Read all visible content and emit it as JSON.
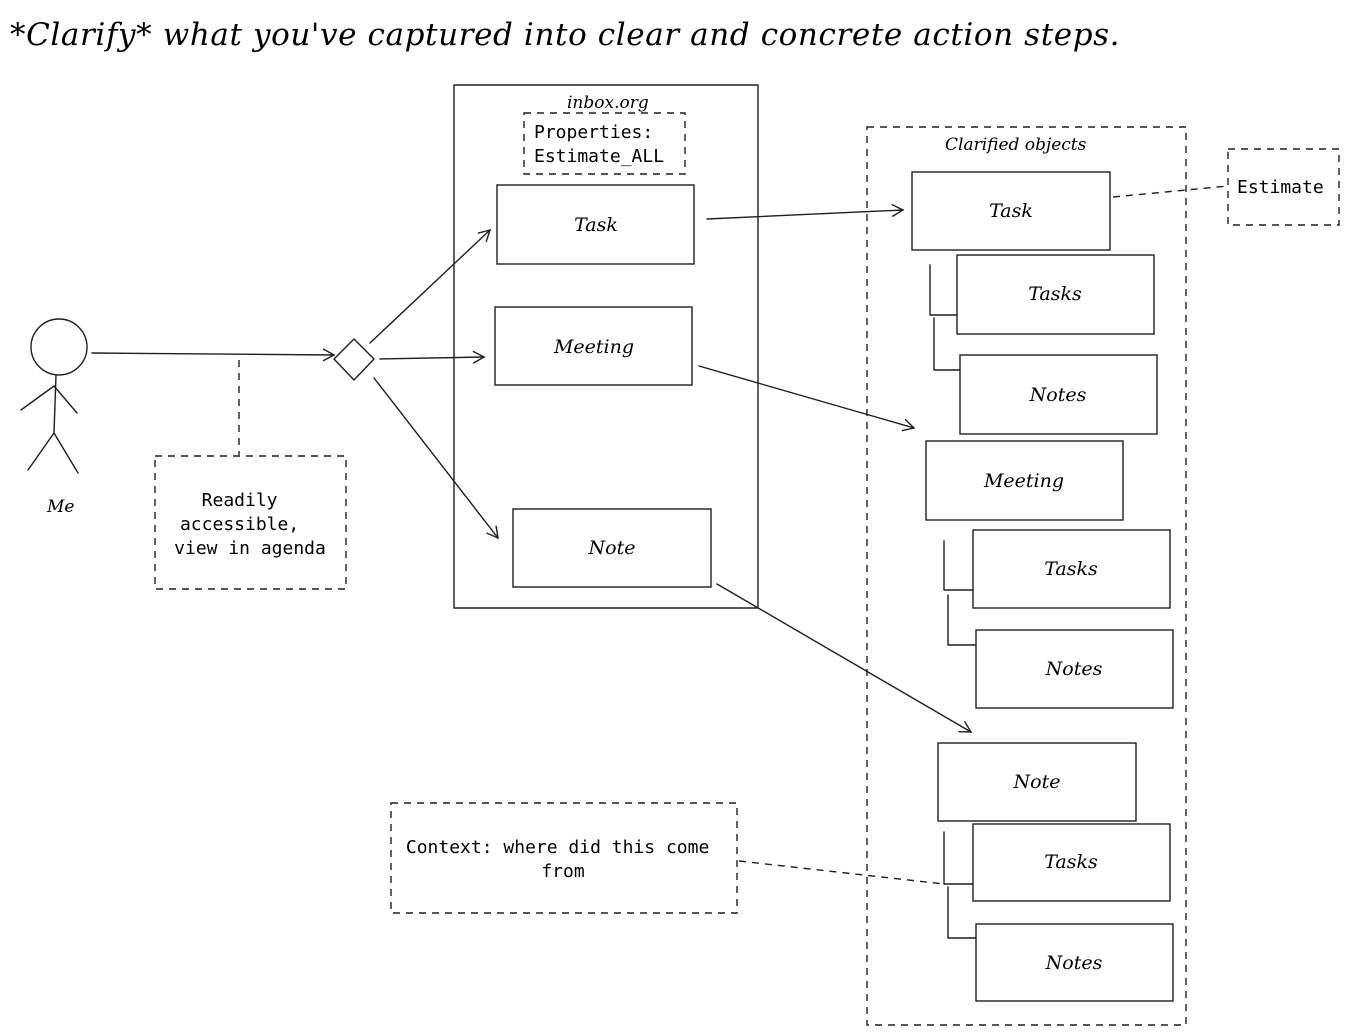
{
  "title": "*Clarify* what you've captured into clear and concrete action steps.",
  "actor": {
    "label": "Me"
  },
  "notes": {
    "accessible": [
      "Readily",
      "accessible,",
      "view in agenda"
    ],
    "context": [
      "Context: where did this come",
      "from"
    ],
    "estimate": "Estimate"
  },
  "inbox": {
    "title": "inbox.org",
    "properties": [
      "Properties:",
      "Estimate_ALL"
    ],
    "items": {
      "task": "Task",
      "meeting": "Meeting",
      "note": "Note"
    }
  },
  "clarified": {
    "title": "Clarified objects",
    "task": {
      "label": "Task",
      "tasks": "Tasks",
      "notes": "Notes"
    },
    "meeting": {
      "label": "Meeting",
      "tasks": "Tasks",
      "notes": "Notes"
    },
    "note": {
      "label": "Note",
      "tasks": "Tasks",
      "notes": "Notes"
    }
  }
}
